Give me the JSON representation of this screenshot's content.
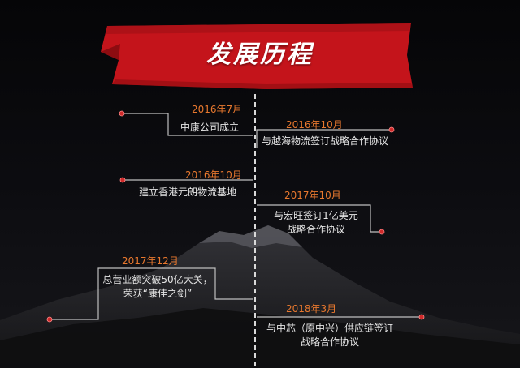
{
  "page": {
    "title": "发展历程"
  },
  "timeline": {
    "events": [
      {
        "date": "2016年7月",
        "lines": [
          "中康公司成立"
        ]
      },
      {
        "date": "2016年10月",
        "lines": [
          "与越海物流签订战略合作协议"
        ]
      },
      {
        "date": "2016年10月",
        "lines": [
          "建立香港元朗物流基地"
        ]
      },
      {
        "date": "2017年10月",
        "lines": [
          "与宏旺签订1亿美元",
          "战略合作协议"
        ]
      },
      {
        "date": "2017年12月",
        "lines": [
          "总营业额突破50亿大关，",
          "荣获“康佳之剑”"
        ]
      },
      {
        "date": "2018年3月",
        "lines": [
          "与中芯（原中兴）供应链签订",
          "战略合作协议"
        ]
      }
    ]
  },
  "colors": {
    "accent": "#e8782e",
    "banner": "#c4141b",
    "line": "#d9d9d9",
    "dot": "#d02a2a"
  }
}
